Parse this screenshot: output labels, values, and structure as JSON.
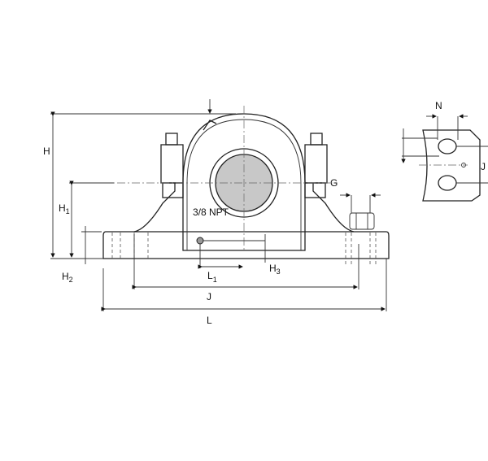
{
  "labels": {
    "H": "H",
    "H1": "H",
    "H1_sub": "1",
    "H2": "H",
    "H2_sub": "2",
    "H3": "H",
    "H3_sub": "3",
    "L1": "L",
    "L1_sub": "1",
    "J": "J",
    "L": "L",
    "G": "G",
    "npt": "3/8 NPT",
    "N": "N",
    "J_detail": "J"
  },
  "colors": {
    "line": "#222222",
    "bore": "#c8c8c8"
  }
}
